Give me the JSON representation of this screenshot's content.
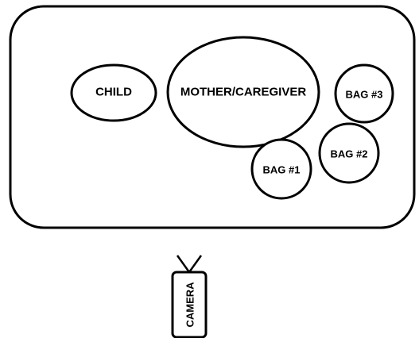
{
  "diagram": {
    "room": {
      "child": "CHILD",
      "mother": "MOTHER/CAREGIVER",
      "bag3": "BAG #3",
      "bag2": "BAG #2",
      "bag1": "BAG #1"
    },
    "camera": {
      "label": "CAMERA"
    }
  }
}
